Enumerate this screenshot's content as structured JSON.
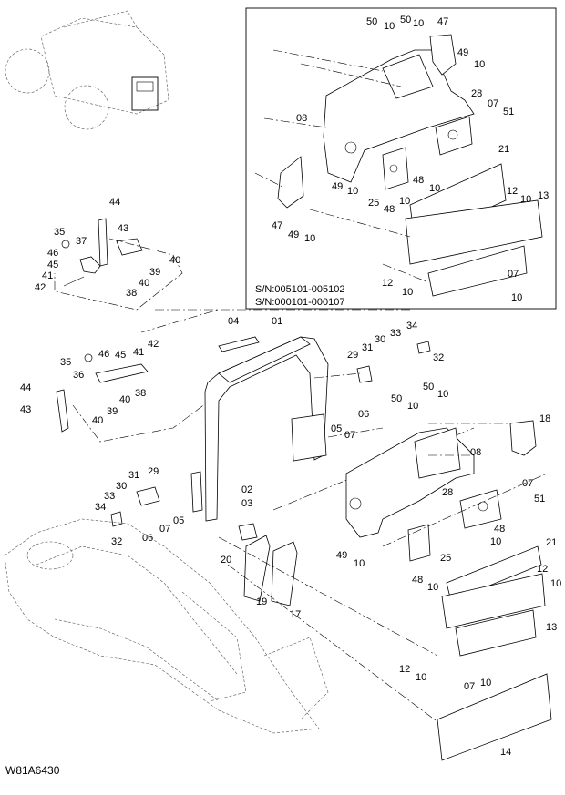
{
  "drawing_code": "W81A6430",
  "serial_ranges": [
    "S/N:005101-005102",
    "S/N:000101-000107"
  ],
  "callouts": {
    "inset": [
      "50",
      "10",
      "50",
      "10",
      "47",
      "49",
      "10",
      "08",
      "28",
      "07",
      "51",
      "21",
      "48",
      "10",
      "49",
      "10",
      "25",
      "48",
      "10",
      "12",
      "10",
      "13",
      "47",
      "49",
      "10",
      "07",
      "12",
      "10",
      "10"
    ],
    "upper_left": [
      "44",
      "43",
      "35",
      "37",
      "46",
      "45",
      "41",
      "42",
      "39",
      "40",
      "40",
      "38"
    ],
    "middle_left": [
      "35",
      "46",
      "45",
      "41",
      "42",
      "36",
      "38",
      "44",
      "43",
      "40",
      "39",
      "40"
    ],
    "frame": [
      "04",
      "01",
      "33",
      "34",
      "29",
      "31",
      "30",
      "32",
      "05",
      "07",
      "06",
      "30",
      "31",
      "29",
      "34",
      "33",
      "32",
      "07",
      "06",
      "05",
      "02",
      "03",
      "20",
      "19",
      "17"
    ],
    "lower_right": [
      "50",
      "10",
      "50",
      "10",
      "18",
      "08",
      "07",
      "51",
      "28",
      "48",
      "10",
      "49",
      "10",
      "25",
      "48",
      "10",
      "21",
      "12",
      "10",
      "13",
      "12",
      "10",
      "07",
      "10",
      "14"
    ]
  },
  "colors": {
    "line": "#000000",
    "background": "#ffffff"
  }
}
